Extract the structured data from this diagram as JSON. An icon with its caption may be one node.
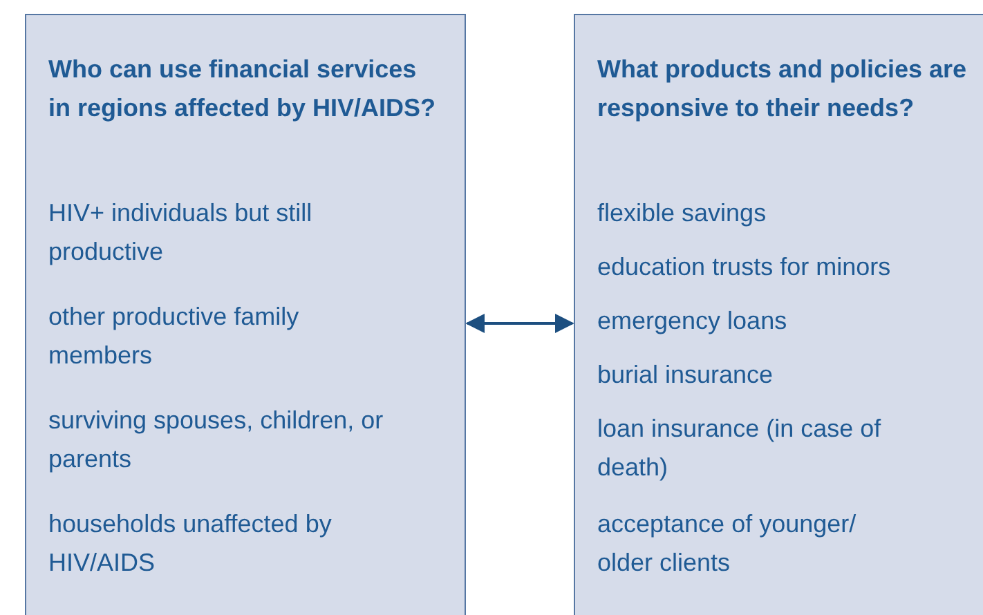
{
  "diagram": {
    "nodes": [
      {
        "text": [
          "Who can use financial services in regions affected by HIV/AIDS?",
          "HIV+ individuals but still productive",
          "other productive family members",
          "surviving spouses, children, or parents",
          "households unaffected by HIV/AIDS"
        ]
      },
      {
        "text": [
          "What products and policies are responsive to their needs?",
          "flexible savings",
          "education trusts for minors",
          "emergency loans",
          "burial insurance",
          "loan insurance (in case of death)",
          "acceptance of younger/ older clients"
        ]
      }
    ],
    "edges": [
      {
        "from": 0,
        "to": 1,
        "arrow": "both"
      }
    ]
  }
}
